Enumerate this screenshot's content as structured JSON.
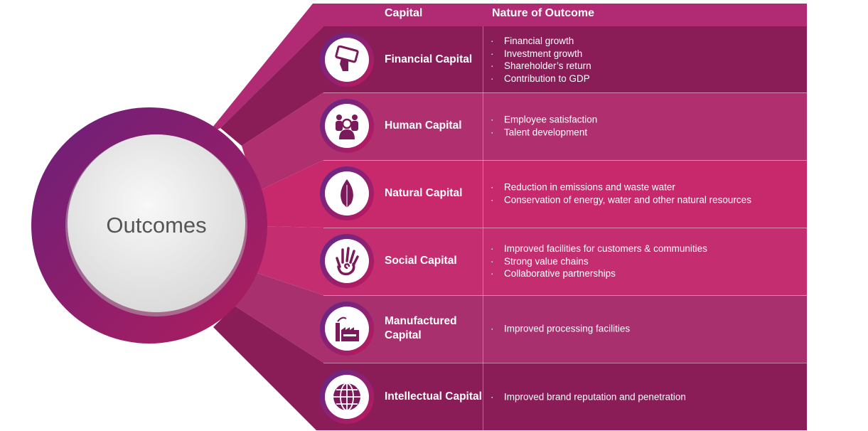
{
  "center_label": "Outcomes",
  "header": {
    "capital": "Capital",
    "outcome": "Nature of Outcome"
  },
  "rows": [
    {
      "capital": "Financial Capital",
      "icon": "credit-card-icon",
      "outcomes": [
        "Financial growth",
        "Investment growth",
        "Shareholder’s return",
        "Contribution to GDP"
      ]
    },
    {
      "capital": "Human Capital",
      "icon": "people-group-icon",
      "outcomes": [
        "Employee satisfaction",
        "Talent development"
      ]
    },
    {
      "capital": "Natural Capital",
      "icon": "leaf-icon",
      "outcomes": [
        "Reduction in emissions and waste water",
        "Conservation of energy, water and other natural resources"
      ]
    },
    {
      "capital": "Social Capital",
      "icon": "hand-spiral-icon",
      "outcomes": [
        "Improved facilities for customers & communities",
        "Strong value chains",
        "Collaborative partnerships"
      ]
    },
    {
      "capital": "Manufactured Capital",
      "icon": "factory-icon",
      "outcomes": [
        "Improved processing facilities"
      ]
    },
    {
      "capital": "Intellectual Capital",
      "icon": "globe-icon",
      "outcomes": [
        "Improved brand reputation and penetration"
      ]
    }
  ],
  "colors": {
    "header": "#b02a74",
    "row_dark": "#8a1d58",
    "row_mid": "#b0306f",
    "row_bright": "#c8286c",
    "icon_fill": "#7a1a5a"
  }
}
